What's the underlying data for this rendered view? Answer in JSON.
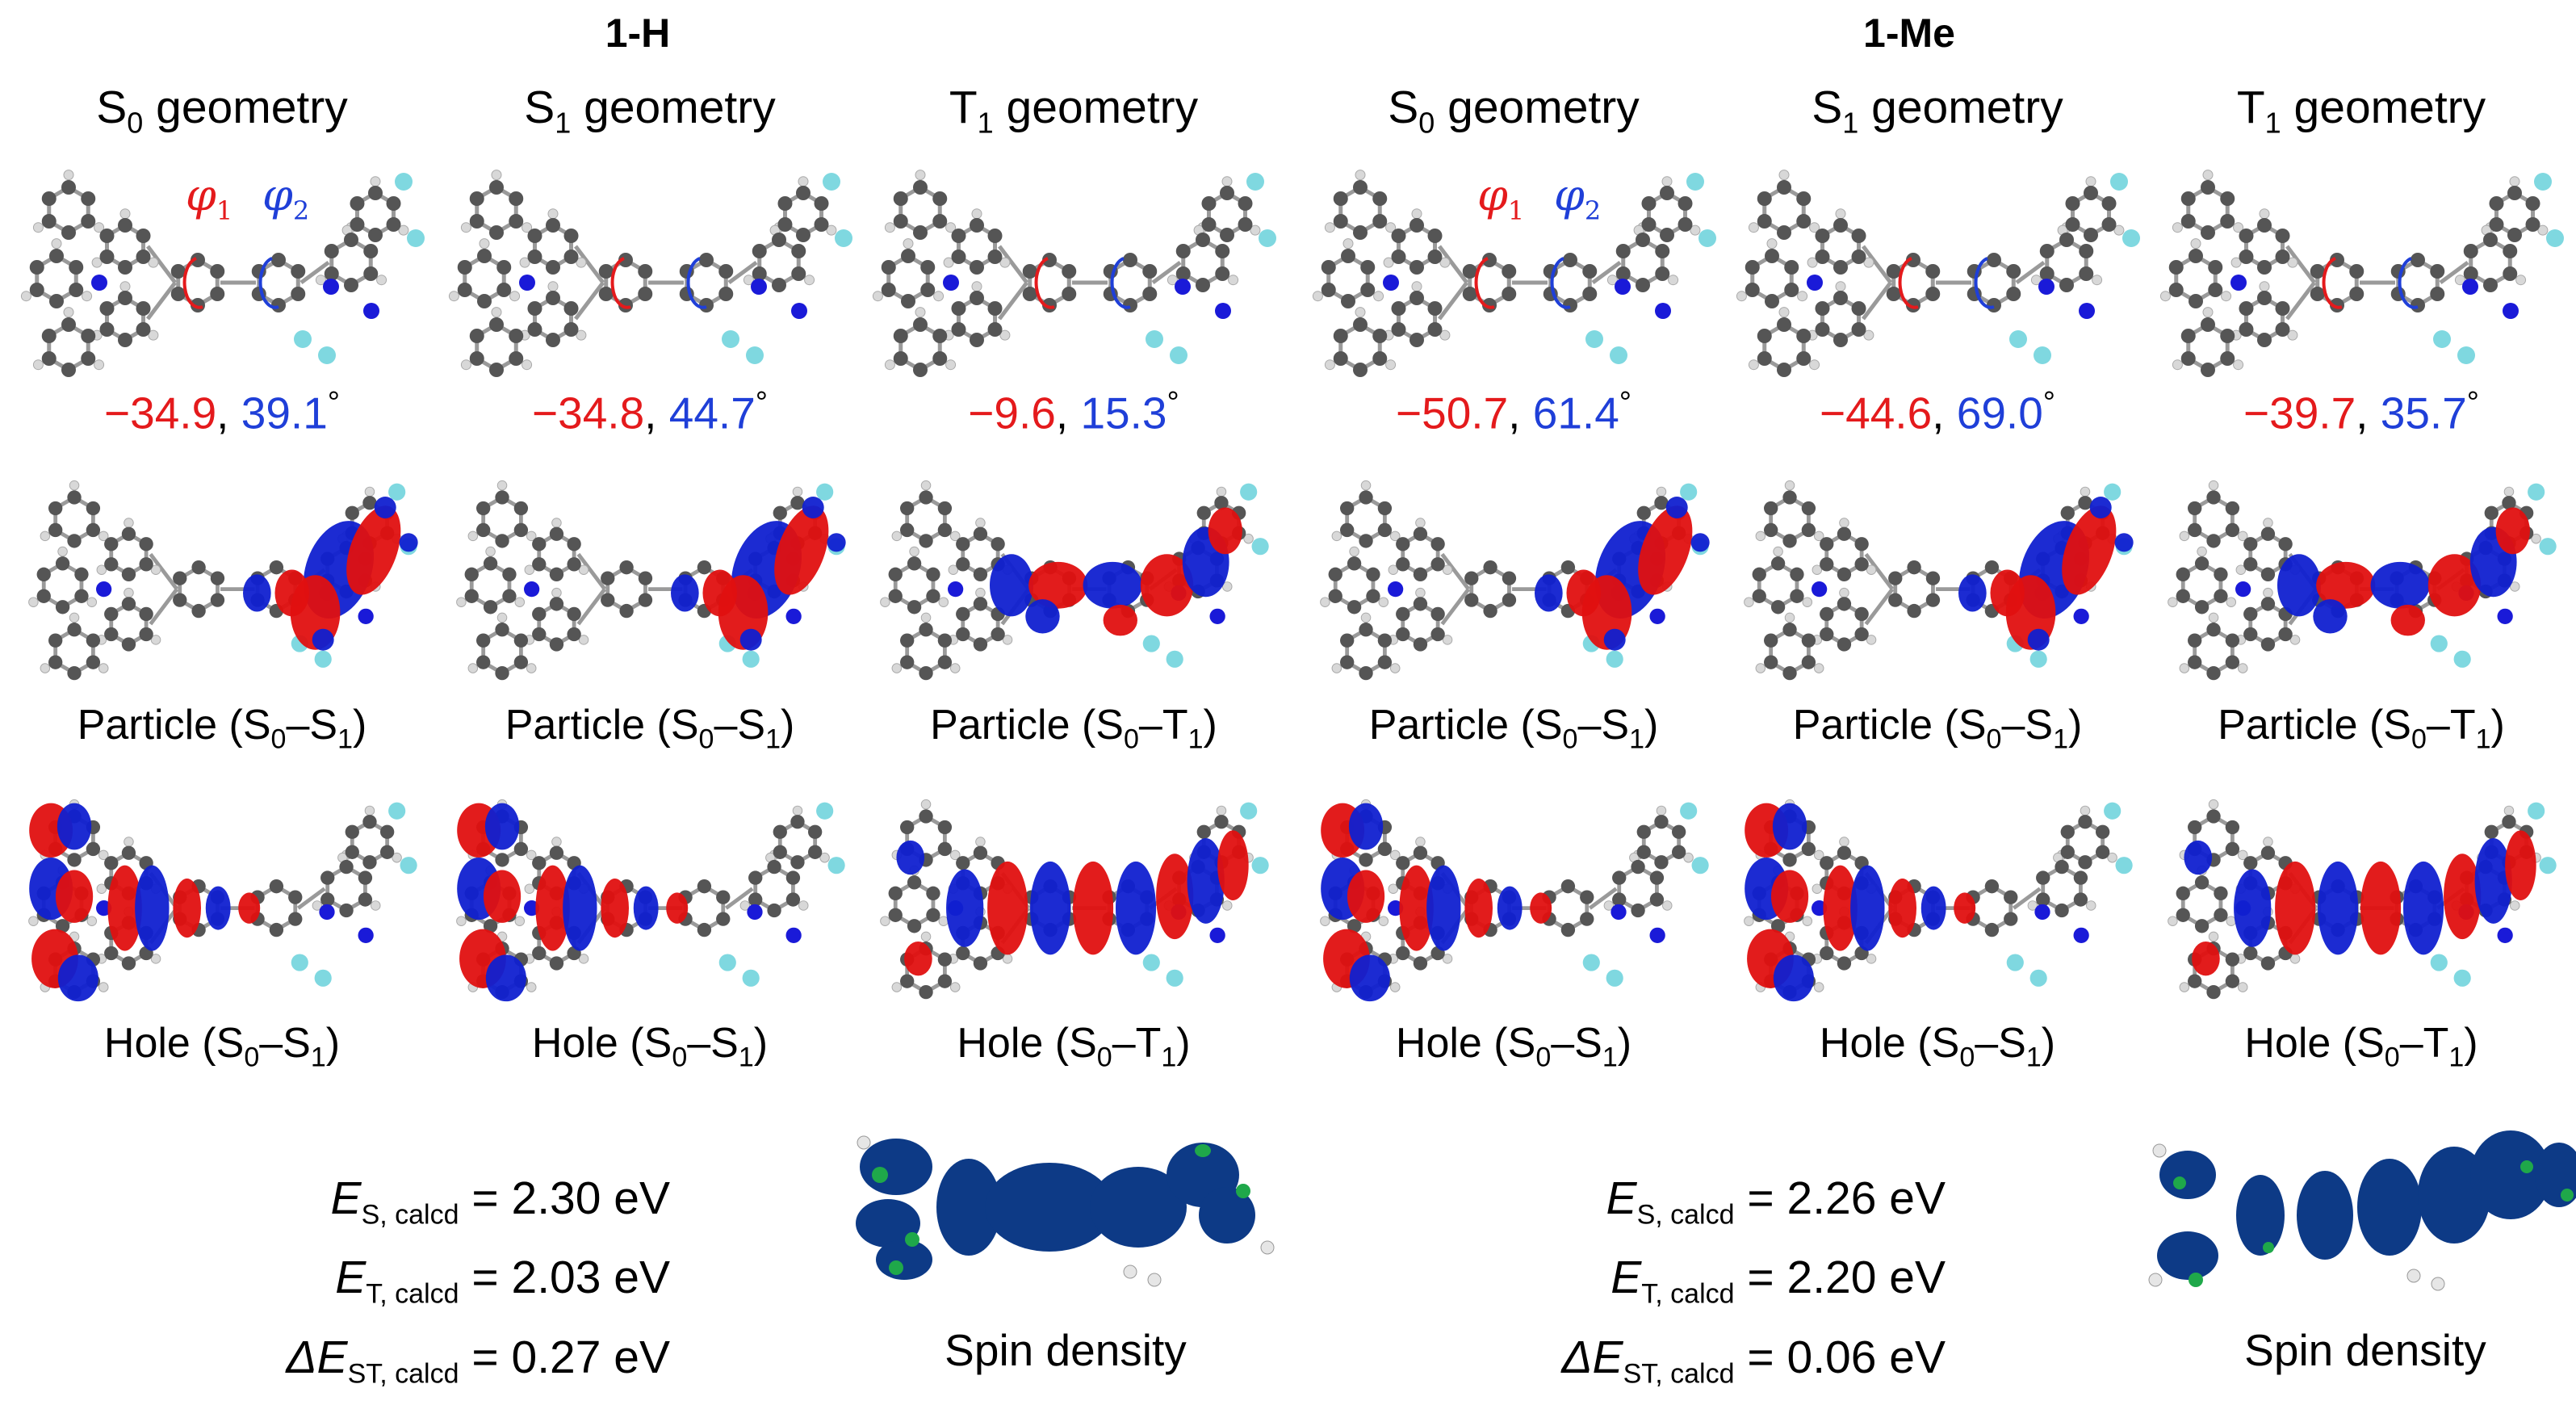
{
  "groups": [
    {
      "name": "1-H"
    },
    {
      "name": "1-Me"
    }
  ],
  "geometry_words": {
    "s": "S",
    "t": "T",
    "sub0": "0",
    "sub1": "1",
    "word": " geometry"
  },
  "columns": [
    {
      "state": "S",
      "sub": "0",
      "angle1": "−34.9",
      "angle2": "39.1",
      "particle_final": "S",
      "hole_final": "S",
      "show_phi": true
    },
    {
      "state": "S",
      "sub": "1",
      "angle1": "−34.8",
      "angle2": "44.7",
      "particle_final": "S",
      "hole_final": "S",
      "show_phi": false
    },
    {
      "state": "T",
      "sub": "1",
      "angle1": "−9.6",
      "angle2": "15.3",
      "particle_final": "T",
      "hole_final": "T",
      "show_phi": false
    },
    {
      "state": "S",
      "sub": "0",
      "angle1": "−50.7",
      "angle2": "61.4",
      "particle_final": "S",
      "hole_final": "S",
      "show_phi": true
    },
    {
      "state": "S",
      "sub": "1",
      "angle1": "−44.6",
      "angle2": "69.0",
      "particle_final": "S",
      "hole_final": "S",
      "show_phi": false
    },
    {
      "state": "T",
      "sub": "1",
      "angle1": "−39.7",
      "angle2": "35.7",
      "particle_final": "T",
      "hole_final": "T",
      "show_phi": false
    }
  ],
  "labels": {
    "particle": "Particle",
    "hole": "Hole",
    "degree": "°",
    "comma": ", ",
    "phi": "φ",
    "phi1_sub": "1",
    "phi2_sub": "2",
    "spin_density": "Spin density",
    "e_letter": "E",
    "delta_e": "ΔE",
    "s_calcd": "S, calcd",
    "t_calcd": "T, calcd",
    "st_calcd": "ST, calcd"
  },
  "energies": [
    {
      "es": " = 2.30 eV",
      "et": " = 2.03 eV",
      "dest": " = 0.27 eV"
    },
    {
      "es": " = 2.26 eV",
      "et": " = 2.20 eV",
      "dest": " = 0.06 eV"
    }
  ],
  "colors": {
    "angle1": "#e41a1c",
    "angle2": "#1f3fd8",
    "lobe_pos": "#e01010",
    "lobe_neg": "#1020d0",
    "spin": "#0d3a86",
    "spin_green": "#1fa84a",
    "atom_c": "#555555",
    "atom_h": "#d8d8d8",
    "atom_n": "#1a1ad8",
    "atom_f": "#7fd8e0"
  }
}
